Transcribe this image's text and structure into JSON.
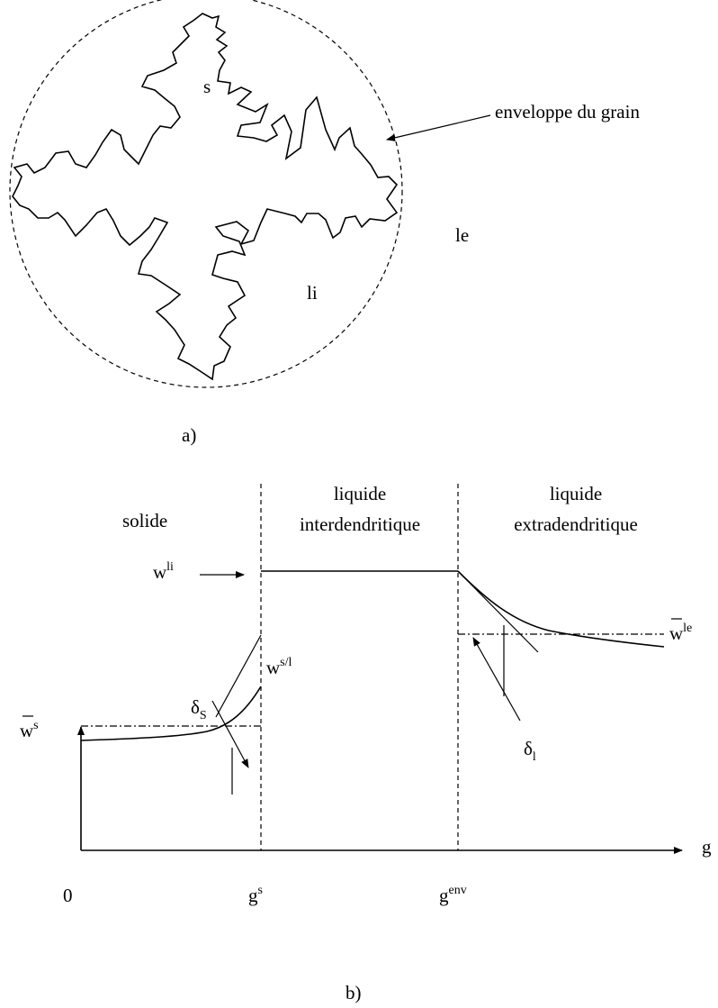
{
  "panel_a": {
    "labels": {
      "solid": "s",
      "interdendritic_liquid": "li",
      "extradendritic_liquid": "le",
      "envelope": "enveloppe du grain"
    },
    "caption": "a)"
  },
  "panel_b": {
    "regions": {
      "solid": "solide",
      "interdendritic_line1": "liquide",
      "interdendritic_line2": "interdendritique",
      "extradendritic_line1": "liquide",
      "extradendritic_line2": "extradendritique"
    },
    "axis": {
      "x_label": "g",
      "origin": "0",
      "gs_base": "g",
      "gs_sup": "s",
      "genv_base": "g",
      "genv_sup": "env"
    },
    "curve_labels": {
      "wli_base": "w",
      "wli_sup": "li",
      "wsl_base": "w",
      "wsl_sup": "s/l",
      "ws_bar_base": "w",
      "ws_bar_sup": "s",
      "wle_bar_base": "w",
      "wle_bar_sup": "le",
      "delta_s_base": "δ",
      "delta_s_sub": "S",
      "delta_l_base": "δ",
      "delta_l_sub": "l"
    },
    "caption": "b)"
  }
}
